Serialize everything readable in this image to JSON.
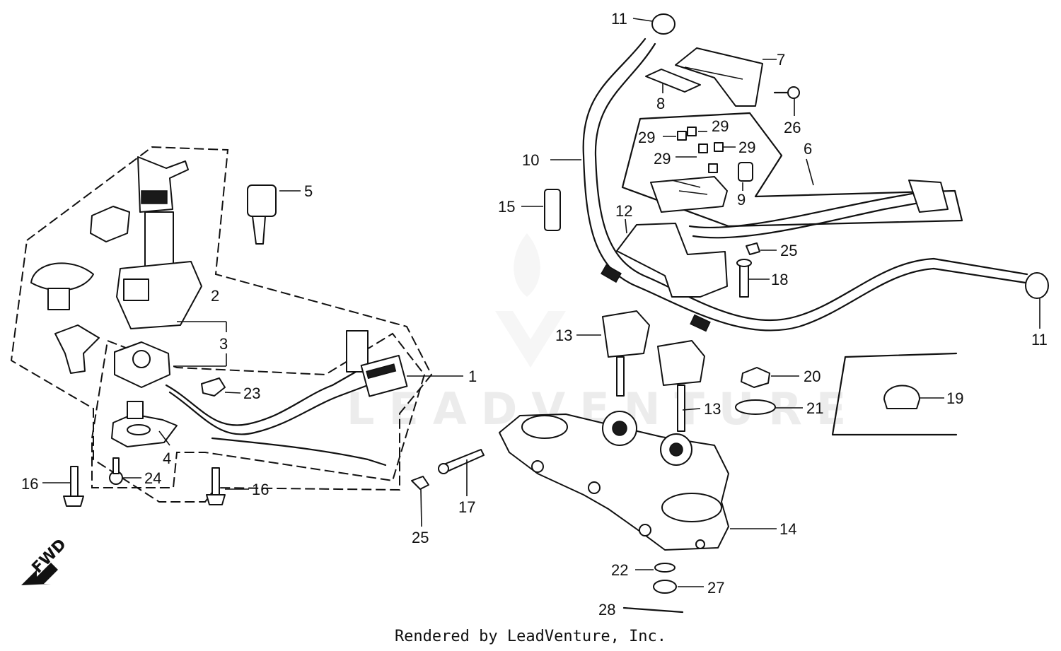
{
  "watermark": "LEADVENTURE",
  "direction_marker": "FWD",
  "footer": "Rendered by LeadVenture, Inc.",
  "callouts": {
    "c1": "1",
    "c2": "2",
    "c3": "3",
    "c4": "4",
    "c5": "5",
    "c6": "6",
    "c7": "7",
    "c8": "8",
    "c9": "9",
    "c10": "10",
    "c11a": "11",
    "c11b": "11",
    "c12": "12",
    "c13a": "13",
    "c13b": "13",
    "c14": "14",
    "c15": "15",
    "c16a": "16",
    "c16b": "16",
    "c17": "17",
    "c18": "18",
    "c19": "19",
    "c20": "20",
    "c21": "21",
    "c22": "22",
    "c23": "23",
    "c24": "24",
    "c25a": "25",
    "c25b": "25",
    "c26": "26",
    "c27": "27",
    "c28": "28",
    "c29a": "29",
    "c29b": "29",
    "c29c": "29",
    "c29d": "29"
  }
}
